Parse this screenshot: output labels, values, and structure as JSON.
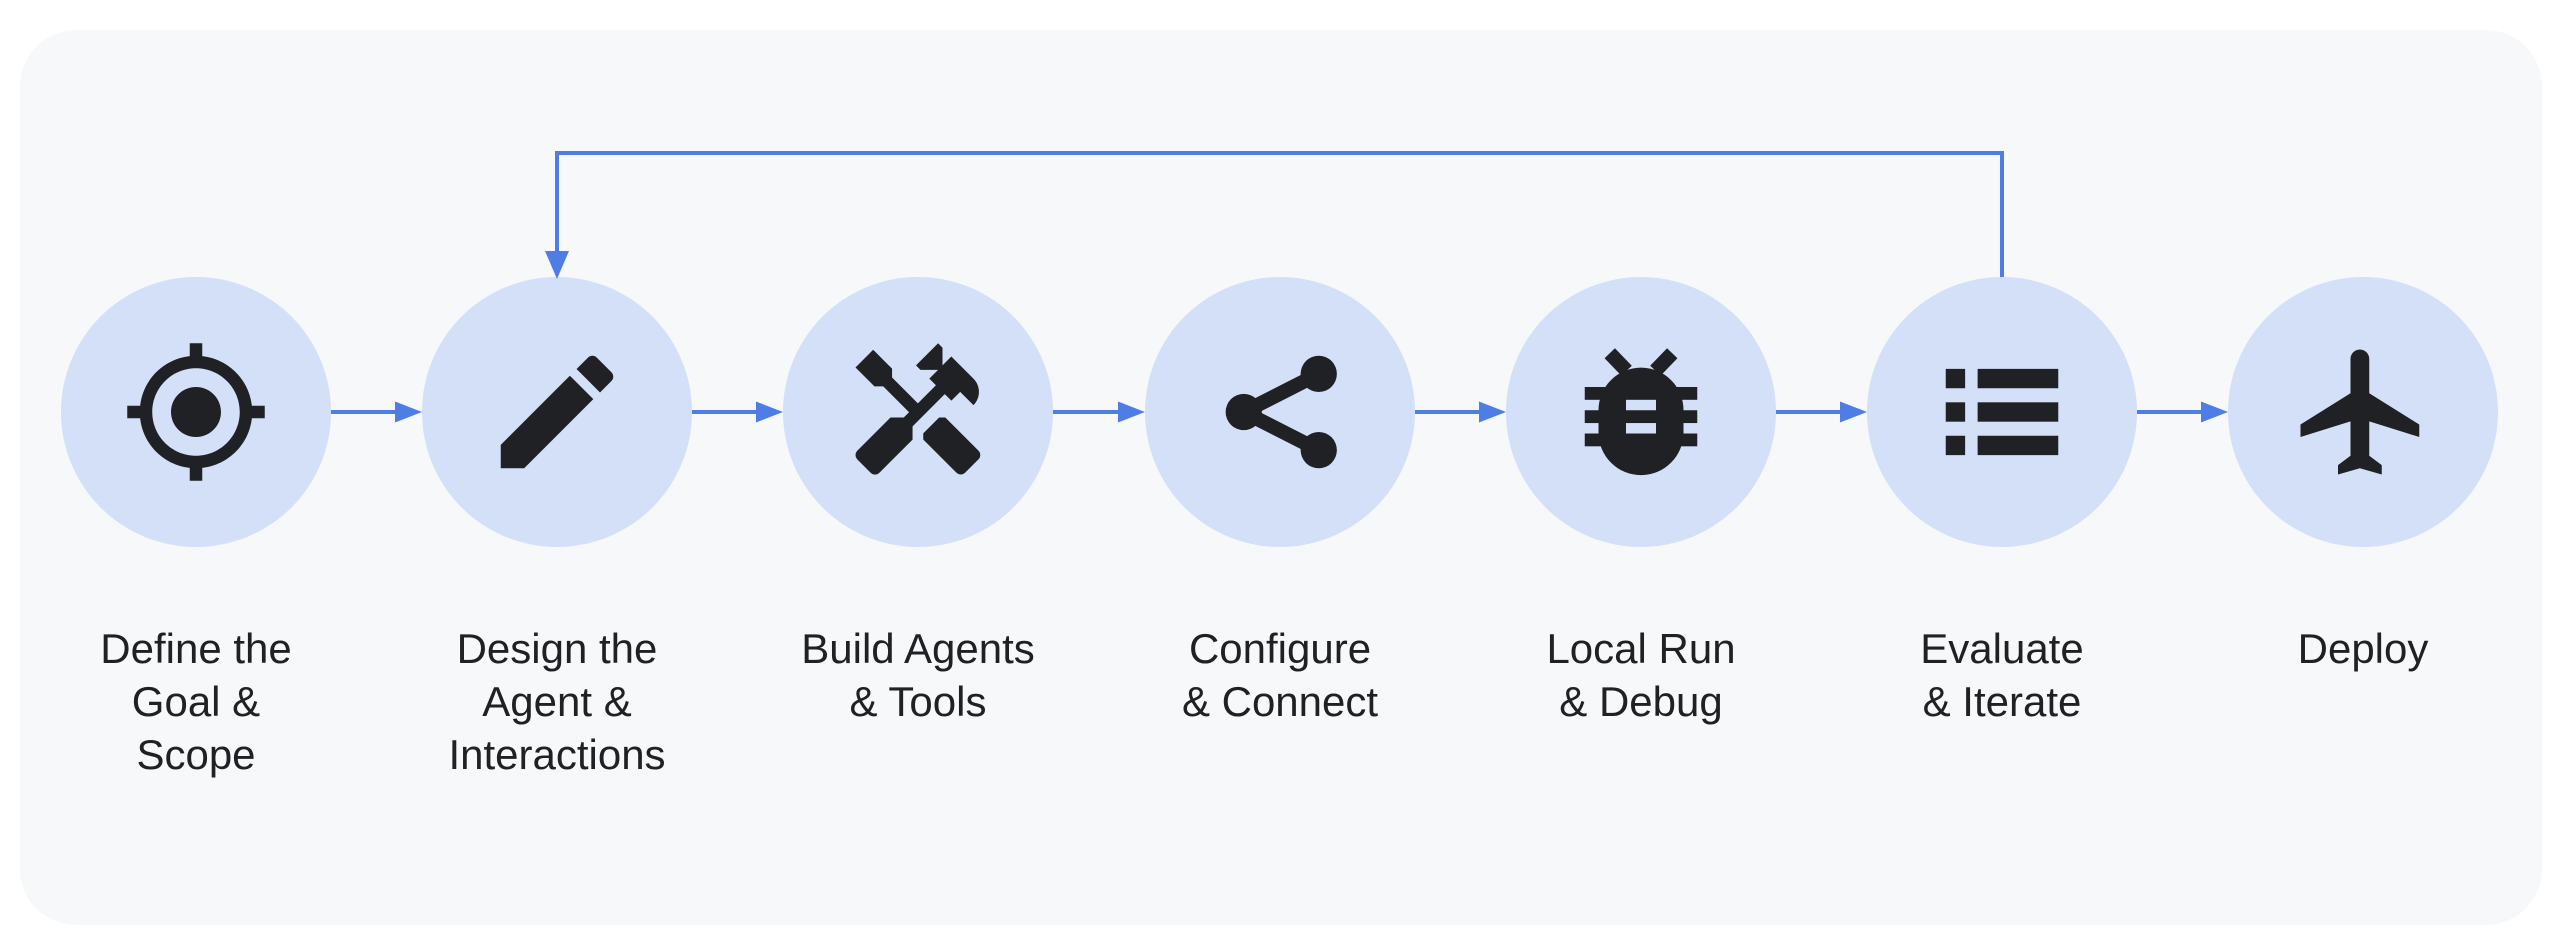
{
  "workflow": {
    "steps": [
      {
        "id": "define-goal",
        "icon": "target-icon",
        "lines": [
          "Define the",
          "Goal &",
          "Scope"
        ]
      },
      {
        "id": "design-agent",
        "icon": "pencil-icon",
        "lines": [
          "Design the",
          "Agent &",
          "Interactions"
        ]
      },
      {
        "id": "build-agents",
        "icon": "tools-icon",
        "lines": [
          "Build Agents",
          "& Tools"
        ]
      },
      {
        "id": "configure-connect",
        "icon": "share-icon",
        "lines": [
          "Configure",
          "& Connect"
        ]
      },
      {
        "id": "local-run-debug",
        "icon": "bug-icon",
        "lines": [
          "Local Run",
          "& Debug"
        ]
      },
      {
        "id": "evaluate-iterate",
        "icon": "list-icon",
        "lines": [
          "Evaluate",
          "& Iterate"
        ]
      },
      {
        "id": "deploy",
        "icon": "airplane-icon",
        "lines": [
          "Deploy"
        ]
      }
    ],
    "connectors": {
      "forward_pairs": [
        [
          "define-goal",
          "design-agent"
        ],
        [
          "design-agent",
          "build-agents"
        ],
        [
          "build-agents",
          "configure-connect"
        ],
        [
          "configure-connect",
          "local-run-debug"
        ],
        [
          "local-run-debug",
          "evaluate-iterate"
        ],
        [
          "evaluate-iterate",
          "deploy"
        ]
      ],
      "feedback": {
        "from": "evaluate-iterate",
        "to": "design-agent"
      }
    },
    "colors": {
      "page_bg": "#ffffff",
      "card_bg": "#f6f8fa",
      "circle_fill": "#d3e0f8",
      "icon": "#202124",
      "label_text": "#202124",
      "connector": "#4f7de6"
    }
  }
}
